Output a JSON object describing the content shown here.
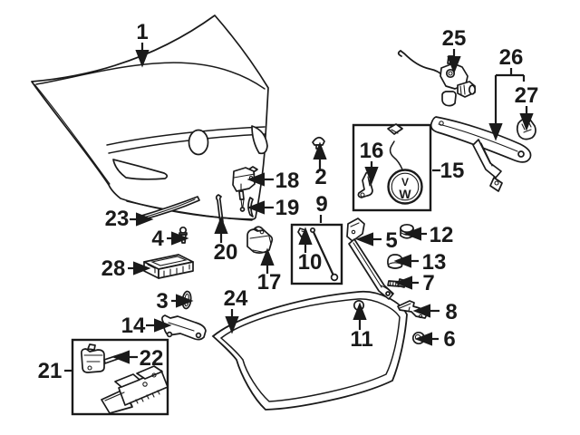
{
  "diagram": {
    "type": "exploded-parts-diagram",
    "subject": "trunk-deck-lid-components",
    "background_color": "#ffffff",
    "line_color": "#1a1a1a",
    "emblem": {
      "top": "V",
      "bottom": "W"
    },
    "callouts": [
      {
        "number": "1"
      },
      {
        "number": "2"
      },
      {
        "number": "3"
      },
      {
        "number": "4"
      },
      {
        "number": "5"
      },
      {
        "number": "6"
      },
      {
        "number": "7"
      },
      {
        "number": "8"
      },
      {
        "number": "9"
      },
      {
        "number": "10"
      },
      {
        "number": "11"
      },
      {
        "number": "12"
      },
      {
        "number": "13"
      },
      {
        "number": "14"
      },
      {
        "number": "15"
      },
      {
        "number": "16"
      },
      {
        "number": "17"
      },
      {
        "number": "18"
      },
      {
        "number": "19"
      },
      {
        "number": "20"
      },
      {
        "number": "21"
      },
      {
        "number": "22"
      },
      {
        "number": "23"
      },
      {
        "number": "24"
      },
      {
        "number": "25"
      },
      {
        "number": "26"
      },
      {
        "number": "27"
      },
      {
        "number": "28"
      }
    ]
  }
}
